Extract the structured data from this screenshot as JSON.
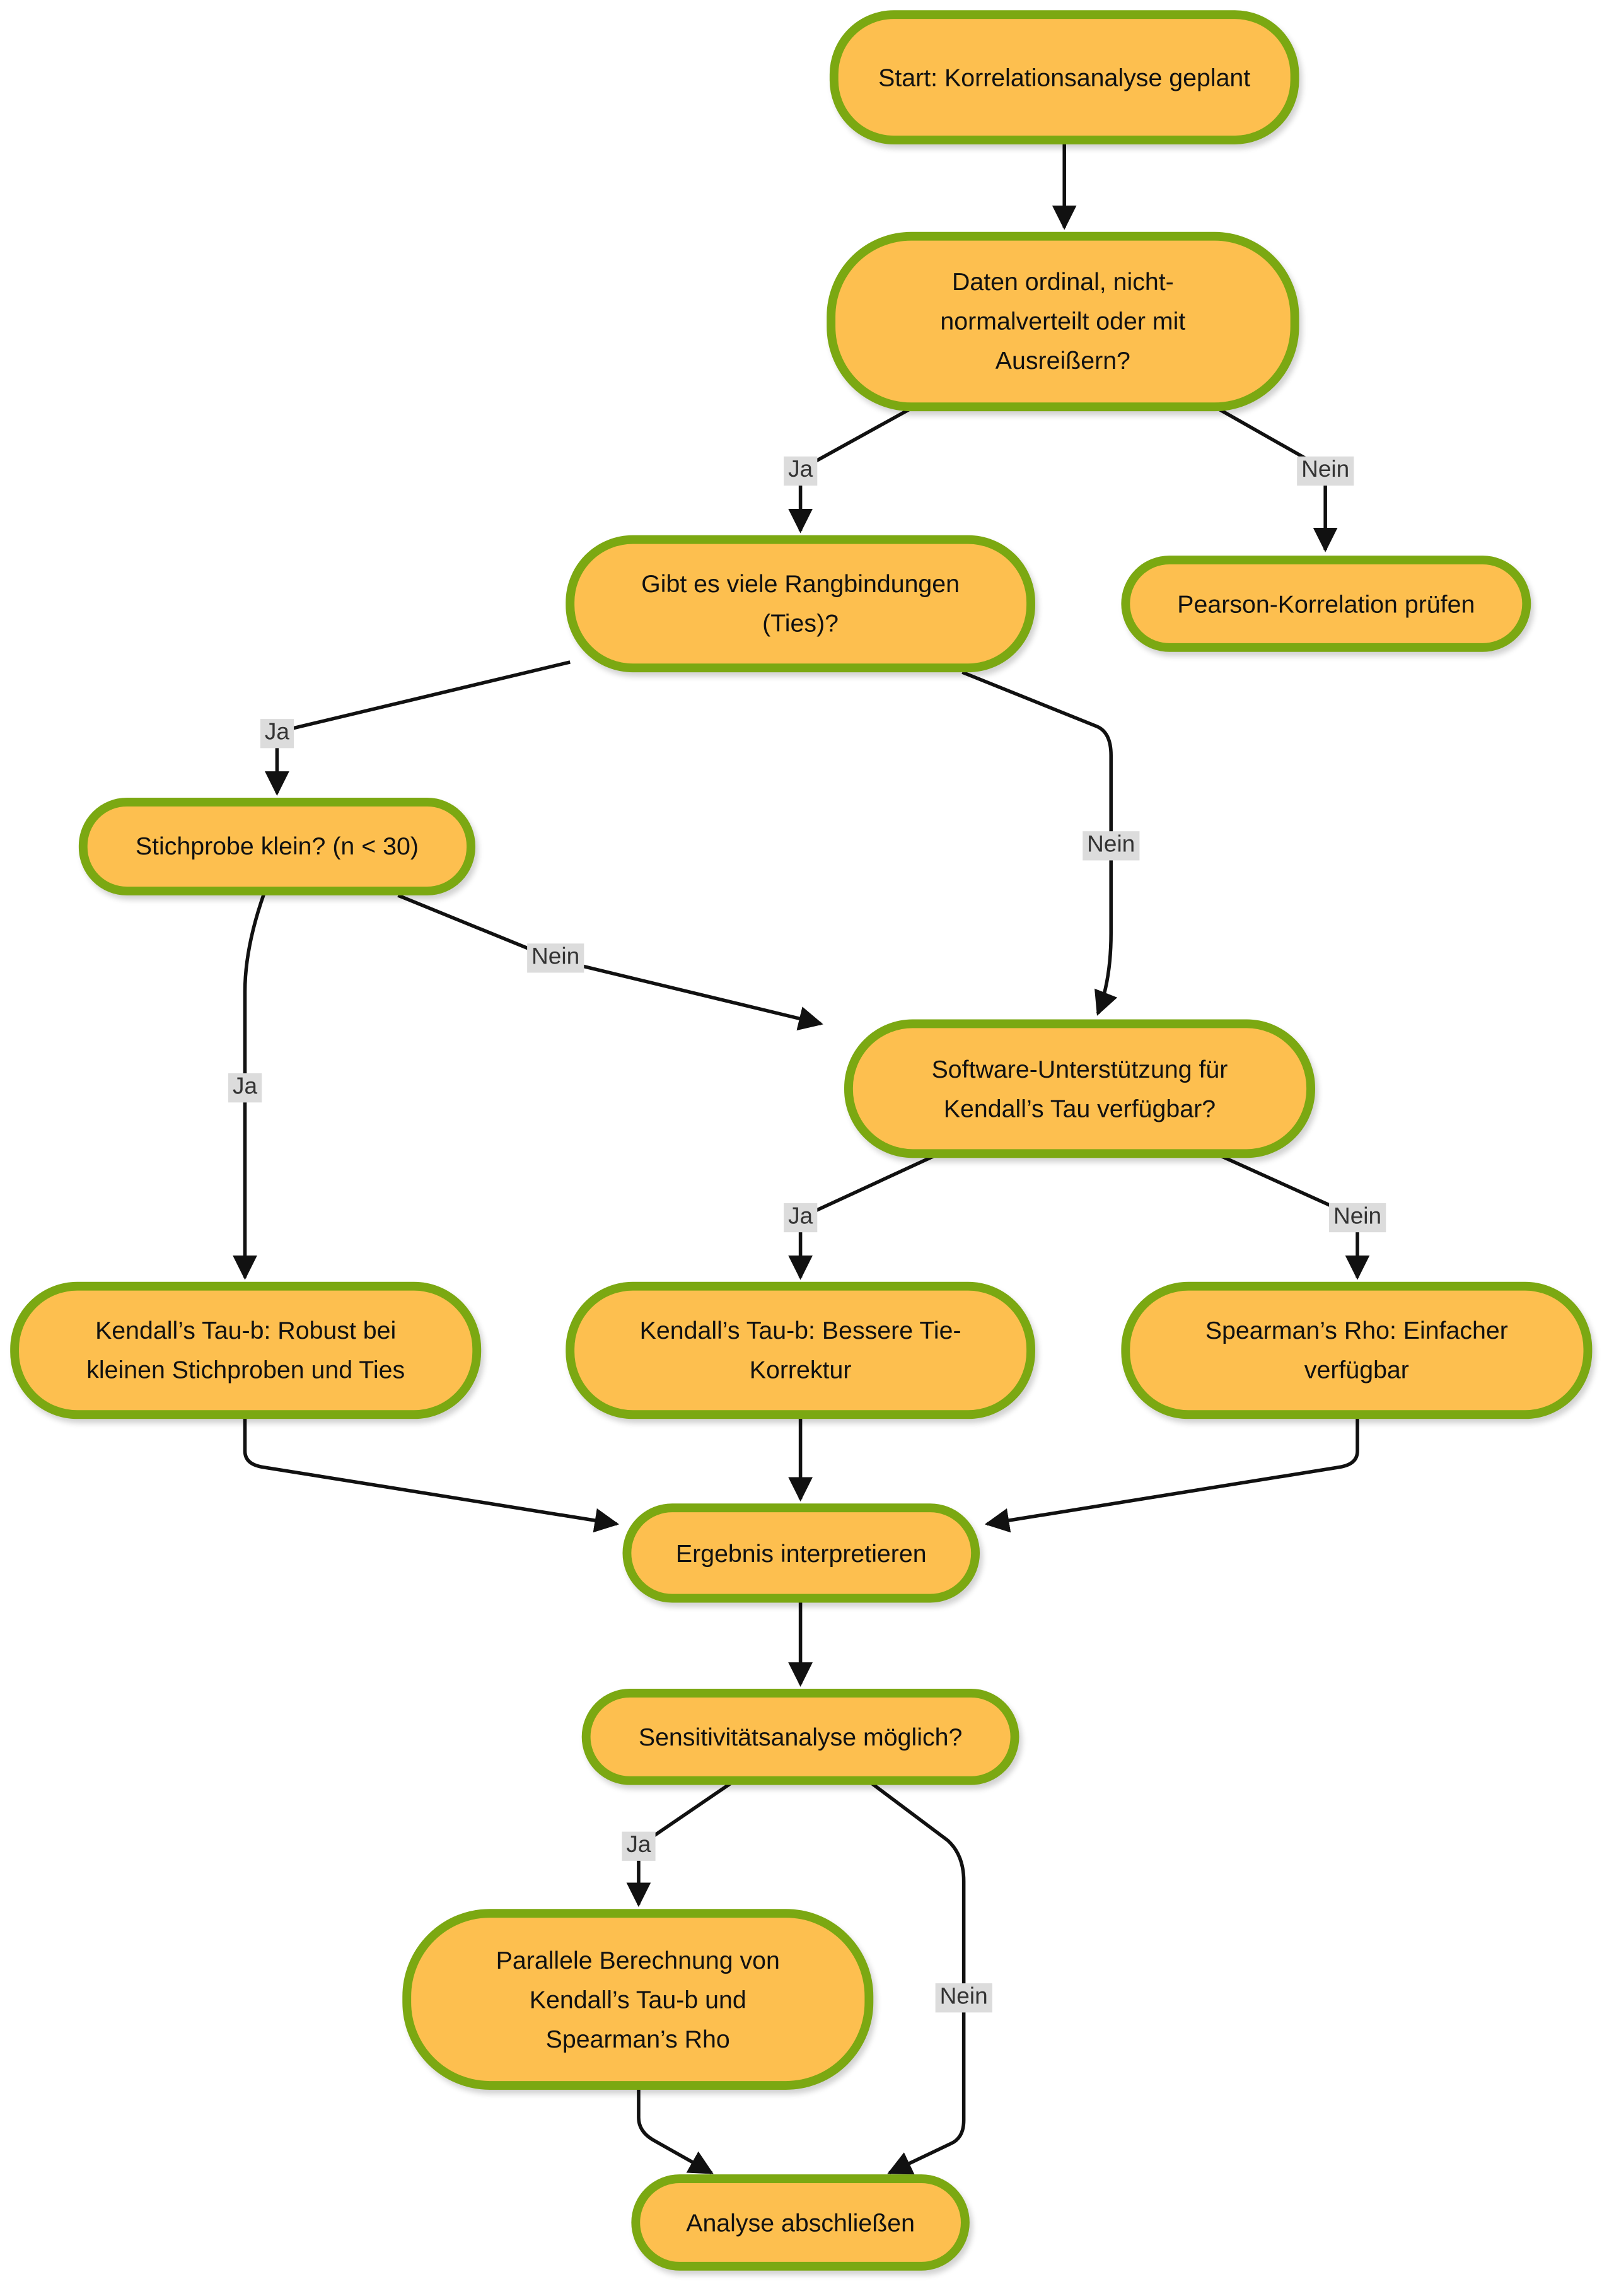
{
  "diagram": {
    "colors": {
      "node_fill": "#FDBF4F",
      "node_border": "#7BA812",
      "edge": "#111111",
      "label_bg": "#DCDCDC"
    },
    "nodes": {
      "start": "Start: Korrelationsanalyse geplant",
      "q_data": "Daten ordinal, nicht-normalverteilt oder mit Ausreißern?",
      "q_ties": "Gibt es viele Rangbindungen (Ties)?",
      "pearson": "Pearson-Korrelation prüfen",
      "q_sample": "Stichprobe klein? (n < 30)",
      "q_software": "Software-Unterstützung für Kendall’s Tau verfügbar?",
      "kendall_small": "Kendall’s Tau-b: Robust bei kleinen Stichproben und Ties",
      "kendall_tie": "Kendall’s Tau-b: Bessere Tie-Korrektur",
      "spearman": "Spearman’s Rho: Einfacher verfügbar",
      "interpret": "Ergebnis interpretieren",
      "q_sensitivity": "Sensitivitätsanalyse möglich?",
      "parallel": "Parallele Berechnung von Kendall’s Tau-b und Spearman’s Rho",
      "finish": "Analyse abschließen"
    },
    "edge_labels": {
      "data_yes": "Ja",
      "data_no": "Nein",
      "ties_yes": "Ja",
      "ties_no": "Nein",
      "sample_no": "Nein",
      "sample_yes": "Ja",
      "software_yes": "Ja",
      "software_no": "Nein",
      "sensitivity_yes": "Ja",
      "sensitivity_no": "Nein"
    }
  }
}
